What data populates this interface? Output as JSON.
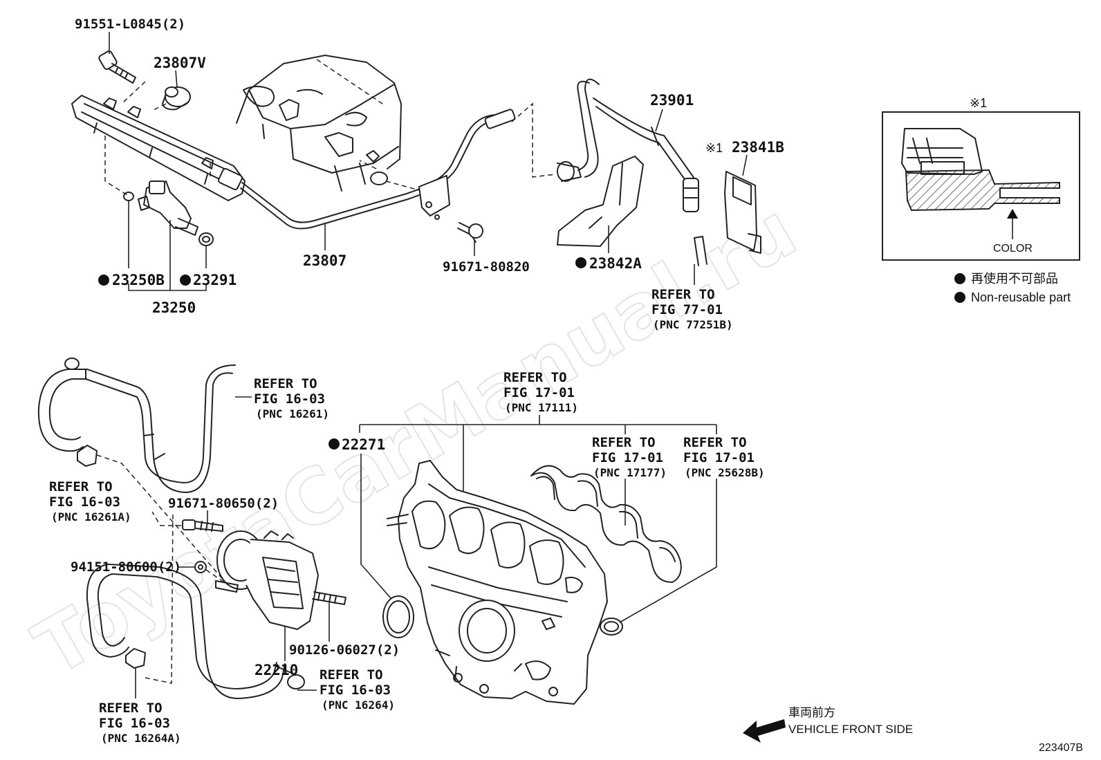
{
  "watermark": "ToyotaCarManual.ru",
  "figure_number": "223407B",
  "labels": {
    "bolt_fuel_rail": "91551-L0845(2)",
    "spacer": "23807V",
    "fuel_pipe": "23807",
    "bolt_pipe": "91671-80820",
    "injector_assy": "23250",
    "injector_seal": "23250B",
    "insulator": "23291",
    "hose_23901": "23901",
    "bracket": "23842A",
    "connector": "23841B",
    "connector_note_mark": "※1",
    "gasket_22271": "22271",
    "bolt_throttle": "91671-80650(2)",
    "nut_throttle": "94151-80600(2)",
    "stud": "90126-06027(2)",
    "throttle_body": "22210"
  },
  "refer_notes": {
    "fig77": {
      "line1": "REFER TO",
      "line2": "FIG 77-01",
      "pnc": "(PNC 77251B)"
    },
    "fig16_16261": {
      "line1": "REFER TO",
      "line2": "FIG 16-03",
      "pnc": "(PNC 16261)"
    },
    "fig16_16261a": {
      "line1": "REFER TO",
      "line2": "FIG 16-03",
      "pnc": "(PNC 16261A)"
    },
    "fig17_17111": {
      "line1": "REFER TO",
      "line2": "FIG 17-01",
      "pnc": "(PNC 17111)"
    },
    "fig17_17177": {
      "line1": "REFER TO",
      "line2": "FIG 17-01",
      "pnc": "(PNC 17177)"
    },
    "fig17_25628b": {
      "line1": "REFER TO",
      "line2": "FIG 17-01",
      "pnc": "(PNC 25628B)"
    },
    "fig16_16264": {
      "line1": "REFER TO",
      "line2": "FIG 16-03",
      "pnc": "(PNC 16264)"
    },
    "fig16_16264a": {
      "line1": "REFER TO",
      "line2": "FIG 16-03",
      "pnc": "(PNC 16264A)"
    }
  },
  "detail_box": {
    "mark": "※1",
    "color_label": "COLOR"
  },
  "legend": {
    "jp": "再使用不可部品",
    "en": "Non-reusable part"
  },
  "direction": {
    "jp": "車両前方",
    "en": "VEHICLE FRONT SIDE"
  }
}
